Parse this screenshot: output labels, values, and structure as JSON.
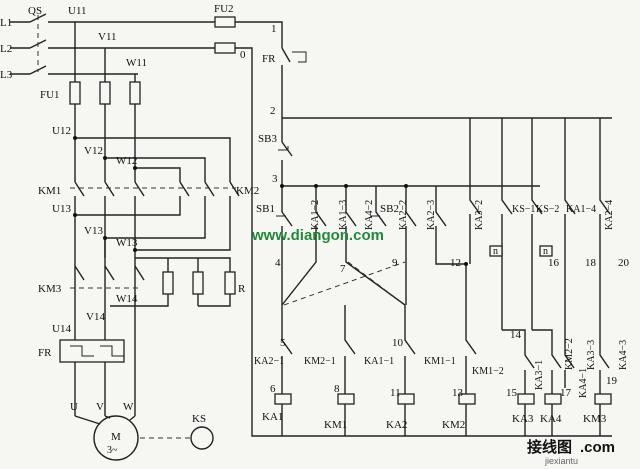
{
  "power": {
    "qs": "QS",
    "l1": "L1",
    "l2": "L2",
    "l3": "L3",
    "fu1": "FU1",
    "u11": "U11",
    "v11": "V11",
    "w11": "W11",
    "u12": "U12",
    "v12": "V12",
    "w12": "W12",
    "km1": "KM1",
    "km2": "KM2",
    "u13": "U13",
    "v13": "V13",
    "w13": "W13",
    "km3": "KM3",
    "v14": "V14",
    "w14": "W14",
    "u14": "U14",
    "r": "R",
    "fr": "FR",
    "u": "U",
    "v": "V",
    "w": "W",
    "motor": "M",
    "motor_sub": "3~",
    "ks": "KS"
  },
  "control": {
    "fu2": "FU2",
    "n1": "1",
    "n0": "0",
    "fr": "FR",
    "n2": "2",
    "sb3": "SB3",
    "n3": "3",
    "sb1": "SB1",
    "sb2": "SB2",
    "ka1_2": "KA1−2",
    "ka1_3": "KA1−3",
    "ka4_2": "KA4−2",
    "ka2_2": "KA2−2",
    "ka2_3": "KA2−3",
    "ka3_2": "KA3−2",
    "ks_1": "KS−1",
    "ks_2": "KS−2",
    "ka1_4": "KA1−4",
    "ka2_4": "KA2−4",
    "n4": "4",
    "n7": "7",
    "n9": "9",
    "n12": "12",
    "n16": "16",
    "n18": "18",
    "n20": "20",
    "n5": "5",
    "n10": "10",
    "n14": "14",
    "km2_2": "KM2−2",
    "ka3_3": "KA3−3",
    "ka4_3": "KA4−3",
    "ka2_1": "KA2−1",
    "km2_1": "KM2−1",
    "ka1_1": "KA1−1",
    "km1_1": "KM1−1",
    "km1_2": "KM1−2",
    "ka3_1": "KA3−1",
    "ka4_1": "KA4−1",
    "n6": "6",
    "n8": "8",
    "n11": "11",
    "n13": "13",
    "n15": "15",
    "n17": "17",
    "n19": "19",
    "coil_ka1": "KA1",
    "coil_km1": "KM1",
    "coil_ka2": "KA2",
    "coil_km2": "KM2",
    "coil_ka3": "KA3",
    "coil_ka4": "KA4",
    "coil_km3": "KM3",
    "ks_sym": "n"
  },
  "watermark": {
    "site": "www.diangon.com"
  },
  "logo": {
    "brand": "接线图",
    "suffix": ".com",
    "domain": "jiexiantu"
  }
}
